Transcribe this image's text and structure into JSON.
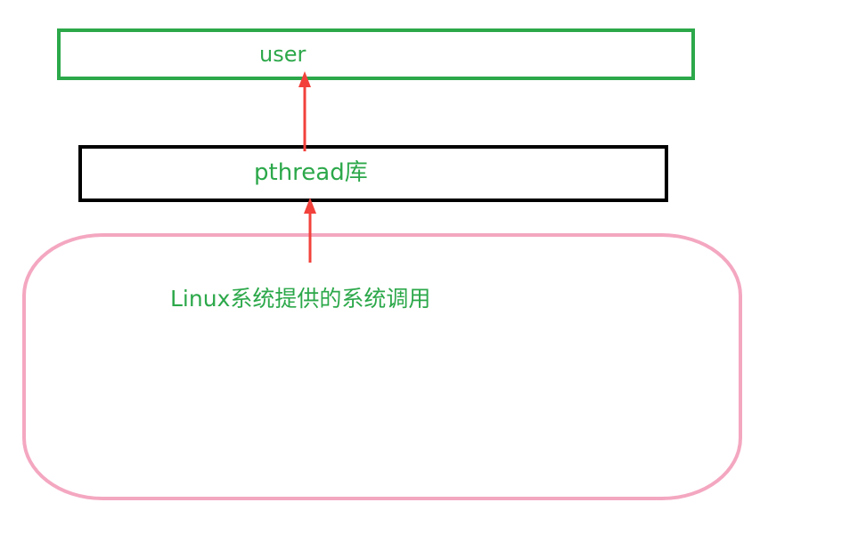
{
  "diagram": {
    "colors": {
      "text": "#2ca84a",
      "user_border": "#2ca84a",
      "pthread_border": "#000000",
      "kernel_border": "#f4a7c0",
      "arrow": "#f2413b"
    },
    "layers": [
      {
        "id": "user",
        "label": "user"
      },
      {
        "id": "pthread",
        "label": "pthread库"
      },
      {
        "id": "kernel",
        "label": "Linux系统提供的系统调用"
      }
    ],
    "arrows": [
      {
        "from": "pthread",
        "to": "user"
      },
      {
        "from": "kernel",
        "to": "pthread"
      }
    ]
  }
}
